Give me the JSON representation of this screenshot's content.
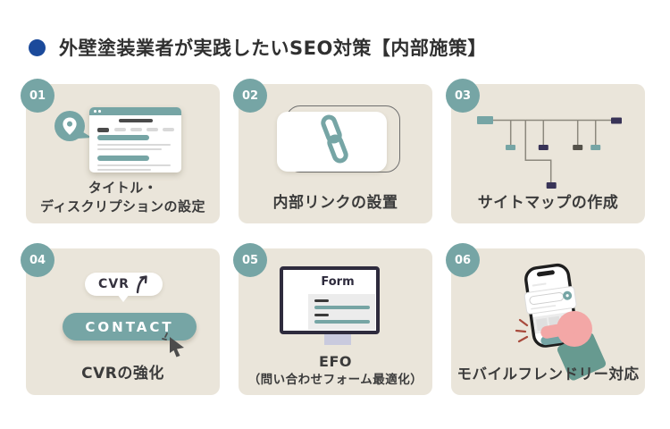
{
  "title": {
    "bullet_icon": "blue-dot-icon",
    "text": "外壁塗装業者が実践したいSEO対策【内部施策】"
  },
  "colors": {
    "page-bg": "#ffffff",
    "card-bg": "#eae5da",
    "teal": "#76a5a5",
    "navy": "#383357",
    "olive": "#55524a",
    "title-blue": "#1b4a9b",
    "text": "#3b3b3b",
    "browser-line": "#d9d9d9",
    "outline": "#6e6e6e",
    "map-line": "#8c887d",
    "monitor": "#2e2b3d",
    "panel": "#ececec",
    "lavender": "#c9cade",
    "pink": "#f3a7a6",
    "sleeve": "#679a90",
    "red-mark": "#a84a3c",
    "cursor": "#4c4c4c"
  },
  "cards": [
    {
      "number": "01",
      "illustration": "serp-window-with-location-pin",
      "line1": "タイトル・",
      "line2": "ディスクリプションの設定"
    },
    {
      "number": "02",
      "illustration": "chain-link",
      "line1": "内部リンクの設置"
    },
    {
      "number": "03",
      "illustration": "sitemap-tree",
      "line1": "サイトマップの作成"
    },
    {
      "number": "04",
      "illustration": "contact-button-click",
      "bubble_text": "CVR",
      "button_text": "CONTACT",
      "line1": "CVRの強化"
    },
    {
      "number": "05",
      "illustration": "form-monitor",
      "screen_title": "Form",
      "line1": "EFO",
      "line2": "（問い合わせフォーム最適化）"
    },
    {
      "number": "06",
      "illustration": "hand-holding-smartphone",
      "line1": "モバイルフレンドリー対応"
    }
  ]
}
